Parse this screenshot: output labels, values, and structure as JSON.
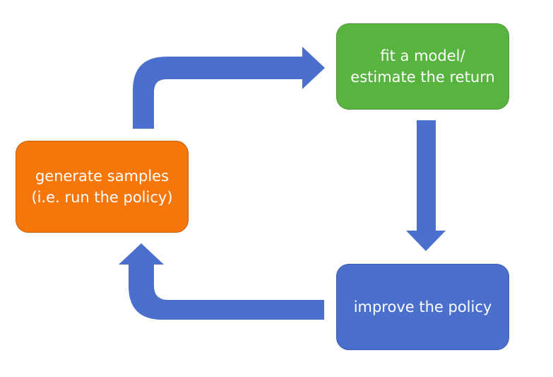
{
  "colors": {
    "arrow": "#4a6fcc",
    "fit_box": "#57b43f",
    "generate_box": "#f7760a",
    "improve_box": "#4a6fcc"
  },
  "boxes": {
    "fit": {
      "line1": "fit a model/",
      "line2": "estimate the return"
    },
    "generate": {
      "line1": "generate samples",
      "line2": "(i.e. run the policy)"
    },
    "improve": {
      "line1": "improve the policy"
    }
  }
}
